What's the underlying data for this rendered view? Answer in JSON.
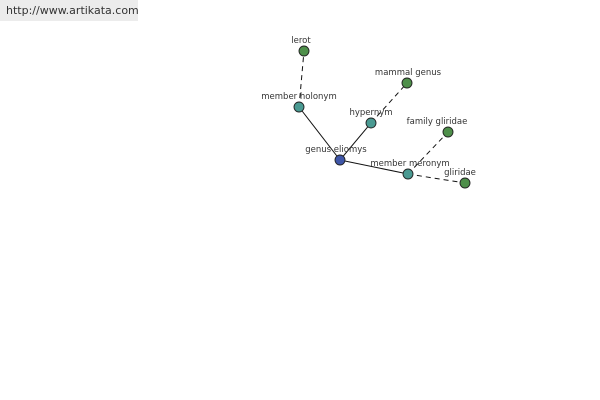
{
  "site_url": "http://www.artikata.com",
  "graph": {
    "center": {
      "label": "genus eliomys",
      "color": "#3f56a8"
    },
    "relations": [
      {
        "id": "member-holonym",
        "label": "member holonym",
        "color": "#4a9a92",
        "targets": [
          {
            "id": "lerot",
            "label": "lerot",
            "color": "#4e8f4a"
          }
        ]
      },
      {
        "id": "hypernym",
        "label": "hypernym",
        "color": "#4a9a92",
        "targets": [
          {
            "id": "mammal-genus",
            "label": "mammal genus",
            "color": "#4e8f4a"
          }
        ]
      },
      {
        "id": "member-meronym",
        "label": "member meronym",
        "color": "#4a9a92",
        "targets": [
          {
            "id": "family-gliridae",
            "label": "family gliridae",
            "color": "#4e8f4a"
          },
          {
            "id": "gliridae",
            "label": "gliridae",
            "color": "#4e8f4a"
          }
        ]
      }
    ]
  }
}
